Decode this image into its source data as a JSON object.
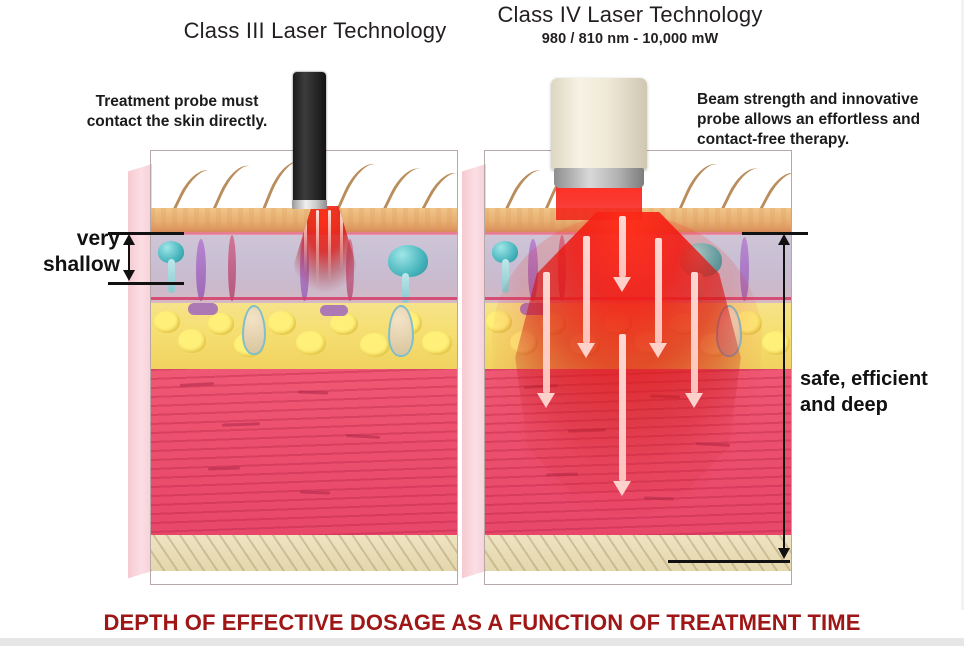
{
  "figure": {
    "caption": "DEPTH OF EFFECTIVE DOSAGE AS A FUNCTION OF TREATMENT TIME",
    "caption_color": "#9e1616"
  },
  "panels": [
    {
      "id": "class-iii",
      "title": "Class III Laser Technology",
      "subtitle": "",
      "note": "Treatment probe must contact the skin directly.",
      "note_lines": [
        "Treatment probe must",
        "contact the skin directly."
      ],
      "probe": {
        "type": "contact-probe",
        "color": "#1f1f1f",
        "tip_color": "#d8d8d8"
      },
      "beam": {
        "color": "#e01010",
        "penetration": "very shallow"
      },
      "depth_label": "very shallow",
      "depth_label_lines": [
        "very",
        "shallow"
      ]
    },
    {
      "id": "class-iv",
      "title": "Class IV Laser Technology",
      "subtitle": "980 / 810 nm  -  10,000 mW",
      "note": "Beam strength and innovative probe allows an effortless and contact-free therapy.",
      "note_lines": [
        "Beam strength and innovative",
        "probe allows an effortless and",
        "contact-free therapy."
      ],
      "probe": {
        "type": "contact-free-probe",
        "color": "#efe8d6",
        "ring_color": "#b4b4b4"
      },
      "beam": {
        "color": "#ef1a12",
        "penetration": "safe, efficient and deep",
        "arrow_color": "#ffd7d0"
      },
      "depth_label": "safe, efficient and deep",
      "depth_label_lines": [
        "safe, efficient",
        "and deep"
      ]
    }
  ],
  "skin_layers": [
    {
      "name": "epidermis",
      "color": "#e8b173"
    },
    {
      "name": "dermis",
      "color": "#c9bfd4"
    },
    {
      "name": "subcutaneous-fat",
      "color": "#f6df72"
    },
    {
      "name": "muscle",
      "color": "#ec4f6d"
    },
    {
      "name": "bone",
      "color": "#e4d7ae"
    }
  ],
  "measurements": {
    "shallow_bracket": {
      "label": "very shallow",
      "from_layer": "epidermis",
      "to_layer": "dermis"
    },
    "deep_bracket": {
      "label": "safe, efficient and deep",
      "from_layer": "epidermis",
      "to_layer": "bone"
    }
  }
}
